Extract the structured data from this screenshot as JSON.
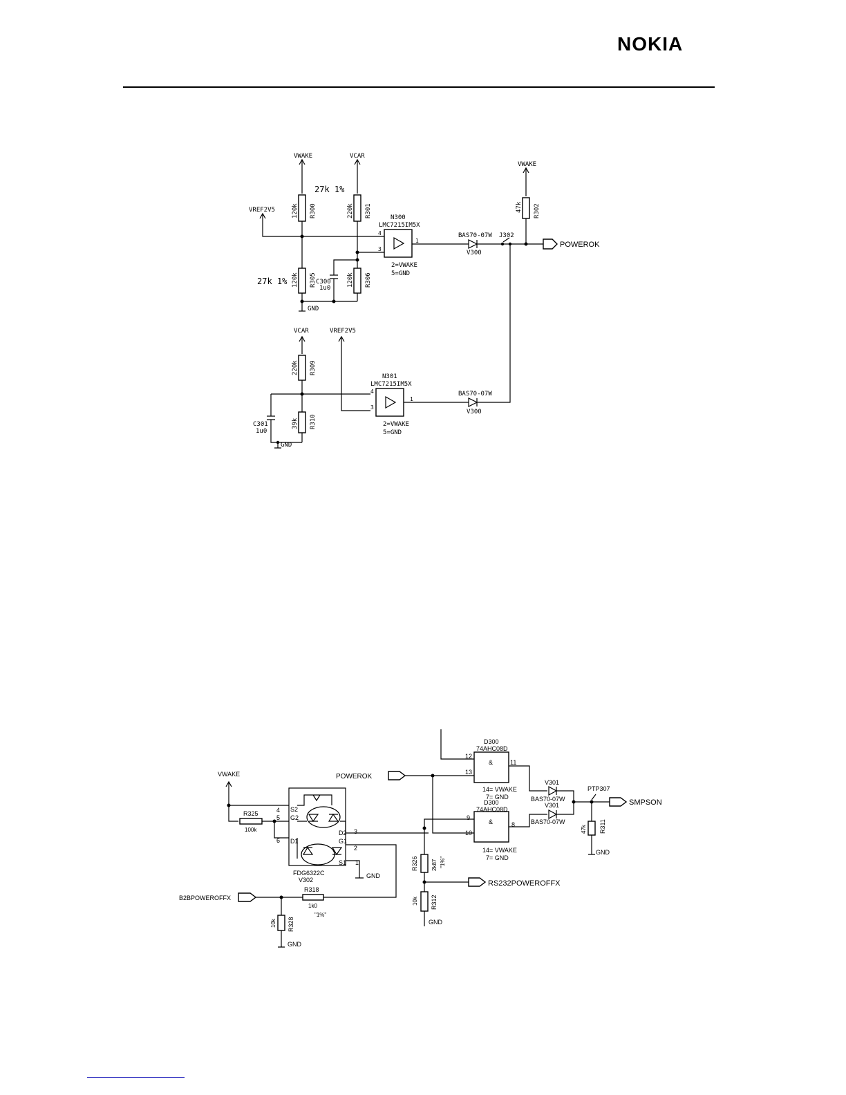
{
  "header": {
    "logo": "NOKIA"
  },
  "s1": {
    "vwake1": "VWAKE",
    "vcar1": "VCAR",
    "vwake2": "VWAKE",
    "vref1": "VREF2V5",
    "note_top": "27k 1%",
    "note_bottom": "27k 1%",
    "r300_val": "120k",
    "r300": "R300",
    "r301_val": "220k",
    "r301": "R301",
    "r302_val": "47k",
    "r302": "R302",
    "r305_val": "120k",
    "r305": "R305",
    "r306_val": "120k",
    "r306": "R306",
    "c300": "C300",
    "c300_val": "1u0",
    "gnd1": "GND",
    "n300": "N300",
    "n300_part": "LMC7215IM5X",
    "n300_p2": "2=VWAKE",
    "n300_p5": "5=GND",
    "pin4a": "4",
    "pin3a": "3",
    "pin1a": "1",
    "d_top_part": "BAS70-07W",
    "d_top_ref": "V300",
    "j302": "J302",
    "powerok": "POWEROK",
    "vcar2": "VCAR",
    "vref2": "VREF2V5",
    "r309_val": "220k",
    "r309": "R309",
    "r310_val": "39k",
    "r310": "R310",
    "c301": "C301",
    "c301_val": "1u0",
    "gnd2": "GND",
    "n301": "N301",
    "n301_part": "LMC7215IM5X",
    "n301_p2": "2=VWAKE",
    "n301_p5": "5=GND",
    "pin4b": "4",
    "pin3b": "3",
    "pin1b": "1",
    "d_bot_part": "BAS70-07W",
    "d_bot_ref": "V300"
  },
  "s2": {
    "vwake": "VWAKE",
    "powerok": "POWEROK",
    "r325": "R325",
    "r325_val": "100k",
    "p4": "4",
    "p5": "5",
    "p6": "6",
    "s2": "S2",
    "g2": "G2",
    "d2": "D2",
    "d1": "D1",
    "g1": "G1",
    "s1": "S1",
    "p3": "3",
    "p2": "2",
    "p1": "1",
    "fdg": "FDG6322C",
    "v302": "V302",
    "gnd_a": "GND",
    "b2b": "B2BPOWEROFFX",
    "r318": "R318",
    "r318_val": "1k0",
    "r318_tol": "\"1%\"",
    "r328_val": "10k",
    "r328": "R328",
    "gnd_b": "GND",
    "r326": "R326",
    "r326_val": "2k87",
    "r326_tol": "\"1%\"",
    "rs232": "RS232POWEROFFX",
    "r312_val": "10k",
    "r312": "R312",
    "gnd_c": "GND",
    "d300a": "D300",
    "d300a_part": "74AHC08D",
    "amp_a": "&",
    "pin12": "12",
    "pin13": "13",
    "pin11": "11",
    "d300a_p14": "14= VWAKE",
    "d300a_p7": "7= GND",
    "d300b": "D300",
    "d300b_part": "74AHC08D",
    "amp_b": "&",
    "pin9": "9",
    "pin10": "10",
    "pin8": "8",
    "d300b_p14": "14= VWAKE",
    "d300b_p7": "7= GND",
    "v301a": "V301",
    "v301a_part": "BAS70-07W",
    "v301b": "V301",
    "v301b_part": "BAS70-07W",
    "ptp307": "PTP307",
    "smpson": "SMPSON",
    "r311_val": "47k",
    "r311": "R311",
    "gnd_d": "GND"
  }
}
